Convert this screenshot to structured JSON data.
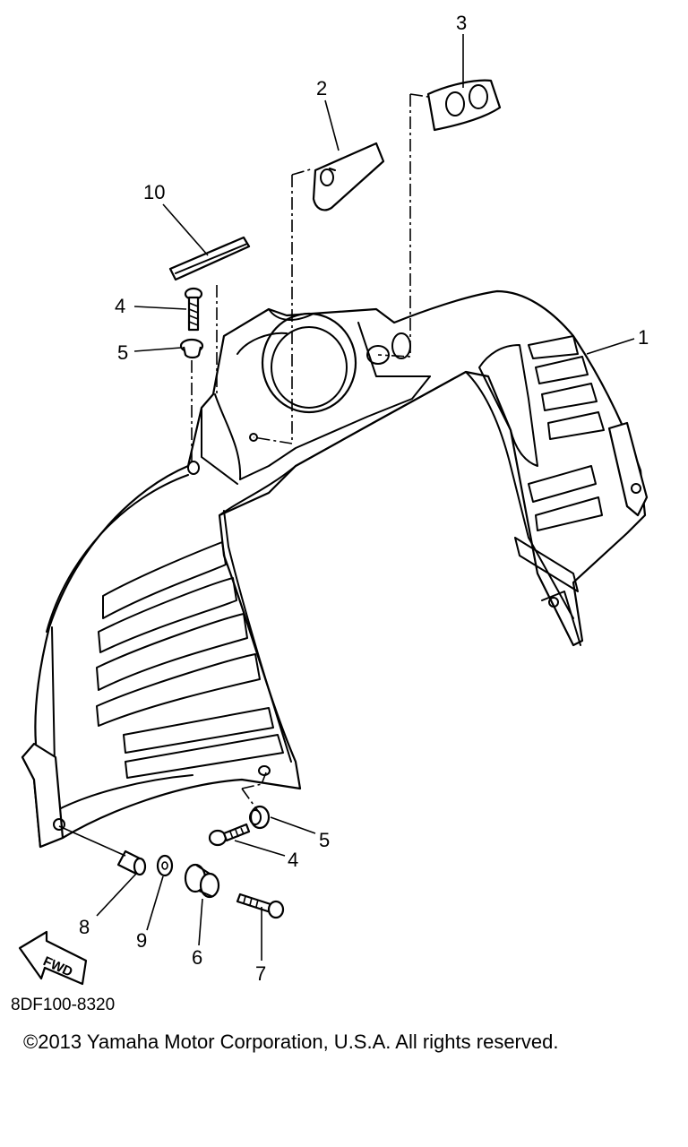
{
  "callouts": {
    "c1": "1",
    "c2": "2",
    "c3": "3",
    "c10": "10",
    "c4a": "4",
    "c5a": "5",
    "c5b": "5",
    "c4b": "4",
    "c8": "8",
    "c9": "9",
    "c6": "6",
    "c7": "7"
  },
  "fwd_label": "FWD",
  "diagram_code": "8DF100-8320",
  "copyright": "©2013 Yamaha Motor Corporation, U.S.A. All rights reserved."
}
